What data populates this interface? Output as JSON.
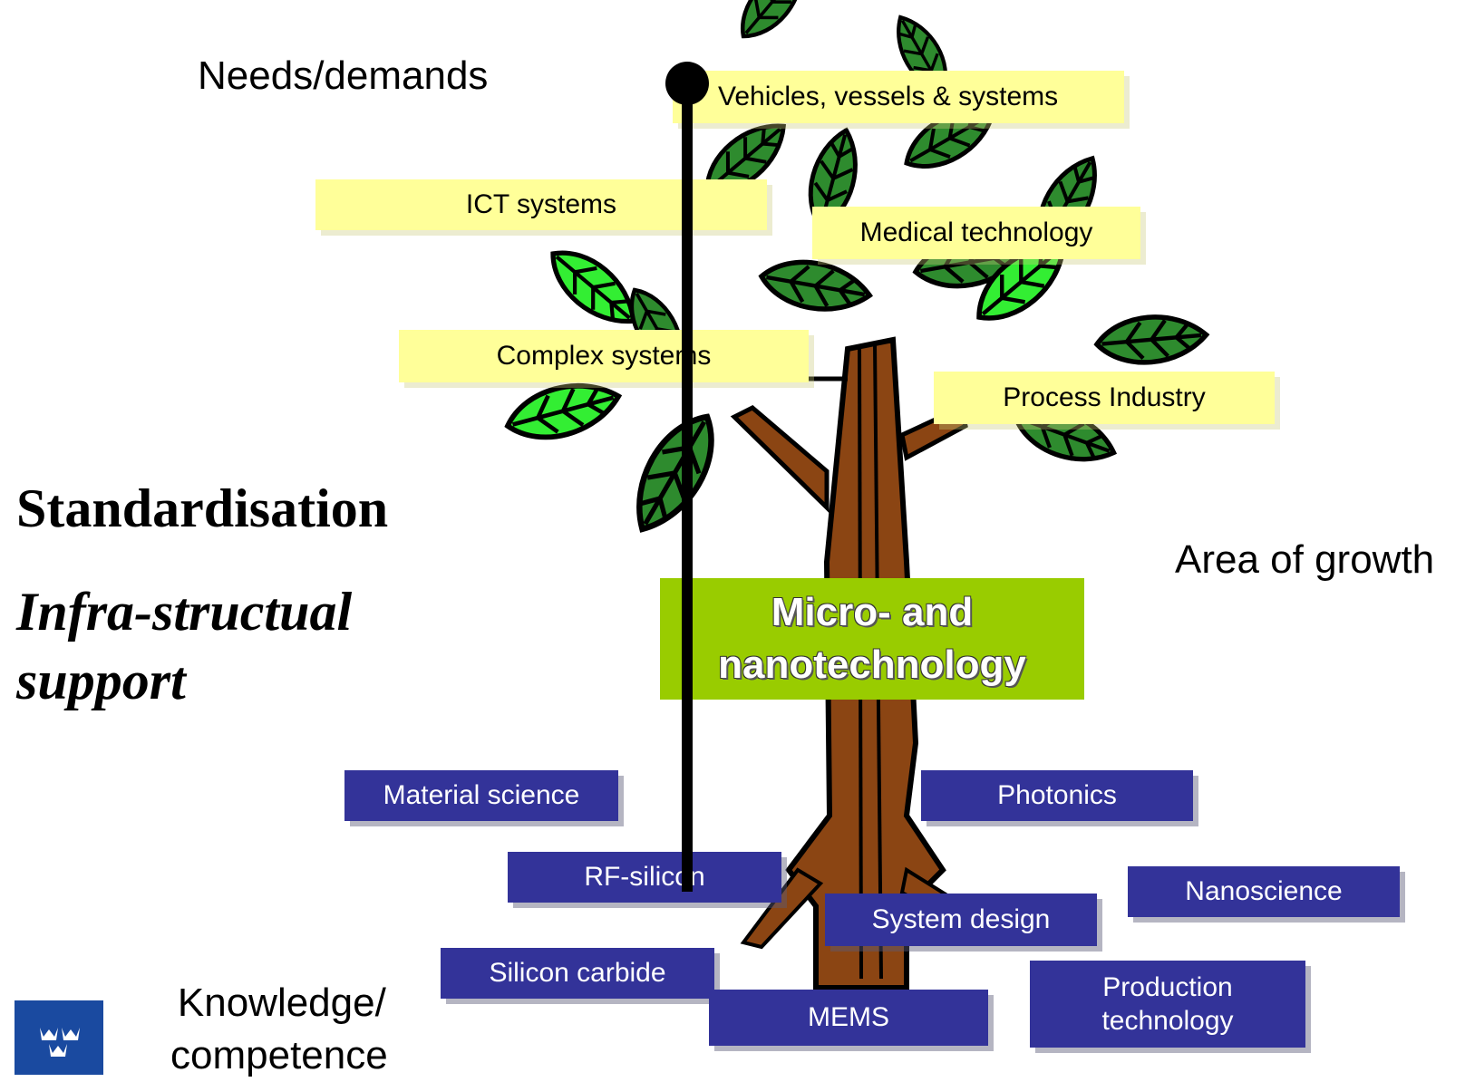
{
  "axis": {
    "top_label": "Needs/demands",
    "bottom_label_line1": "Knowledge/",
    "bottom_label_line2": "competence",
    "right_label": "Area of growth"
  },
  "left_text": {
    "standardisation": "Standardisation",
    "infra_line1": "Infra-structual",
    "infra_line2": "support"
  },
  "needs": [
    {
      "label": "Vehicles, vessels & systems"
    },
    {
      "label": "ICT systems"
    },
    {
      "label": "Medical technology"
    },
    {
      "label": "Complex systems"
    },
    {
      "label": "Process Industry"
    }
  ],
  "center": {
    "line1": "Micro- and",
    "line2": "nanotechnology"
  },
  "competences": [
    {
      "label": "Material science"
    },
    {
      "label": "Photonics"
    },
    {
      "label": "RF-silicon"
    },
    {
      "label": "Nanoscience"
    },
    {
      "label": "System design"
    },
    {
      "label": "Silicon carbide"
    },
    {
      "label": "MEMS"
    },
    {
      "label": "Production technology",
      "line1": "Production",
      "line2": "technology"
    }
  ],
  "colors": {
    "needs_box": "#ffff99",
    "competence_box": "#333399",
    "center_box": "#99cc00",
    "leaf_dark": "#2e8b2e",
    "leaf_light": "#33ee33",
    "trunk": "#8b4513",
    "logo": "#1a4aa0"
  }
}
